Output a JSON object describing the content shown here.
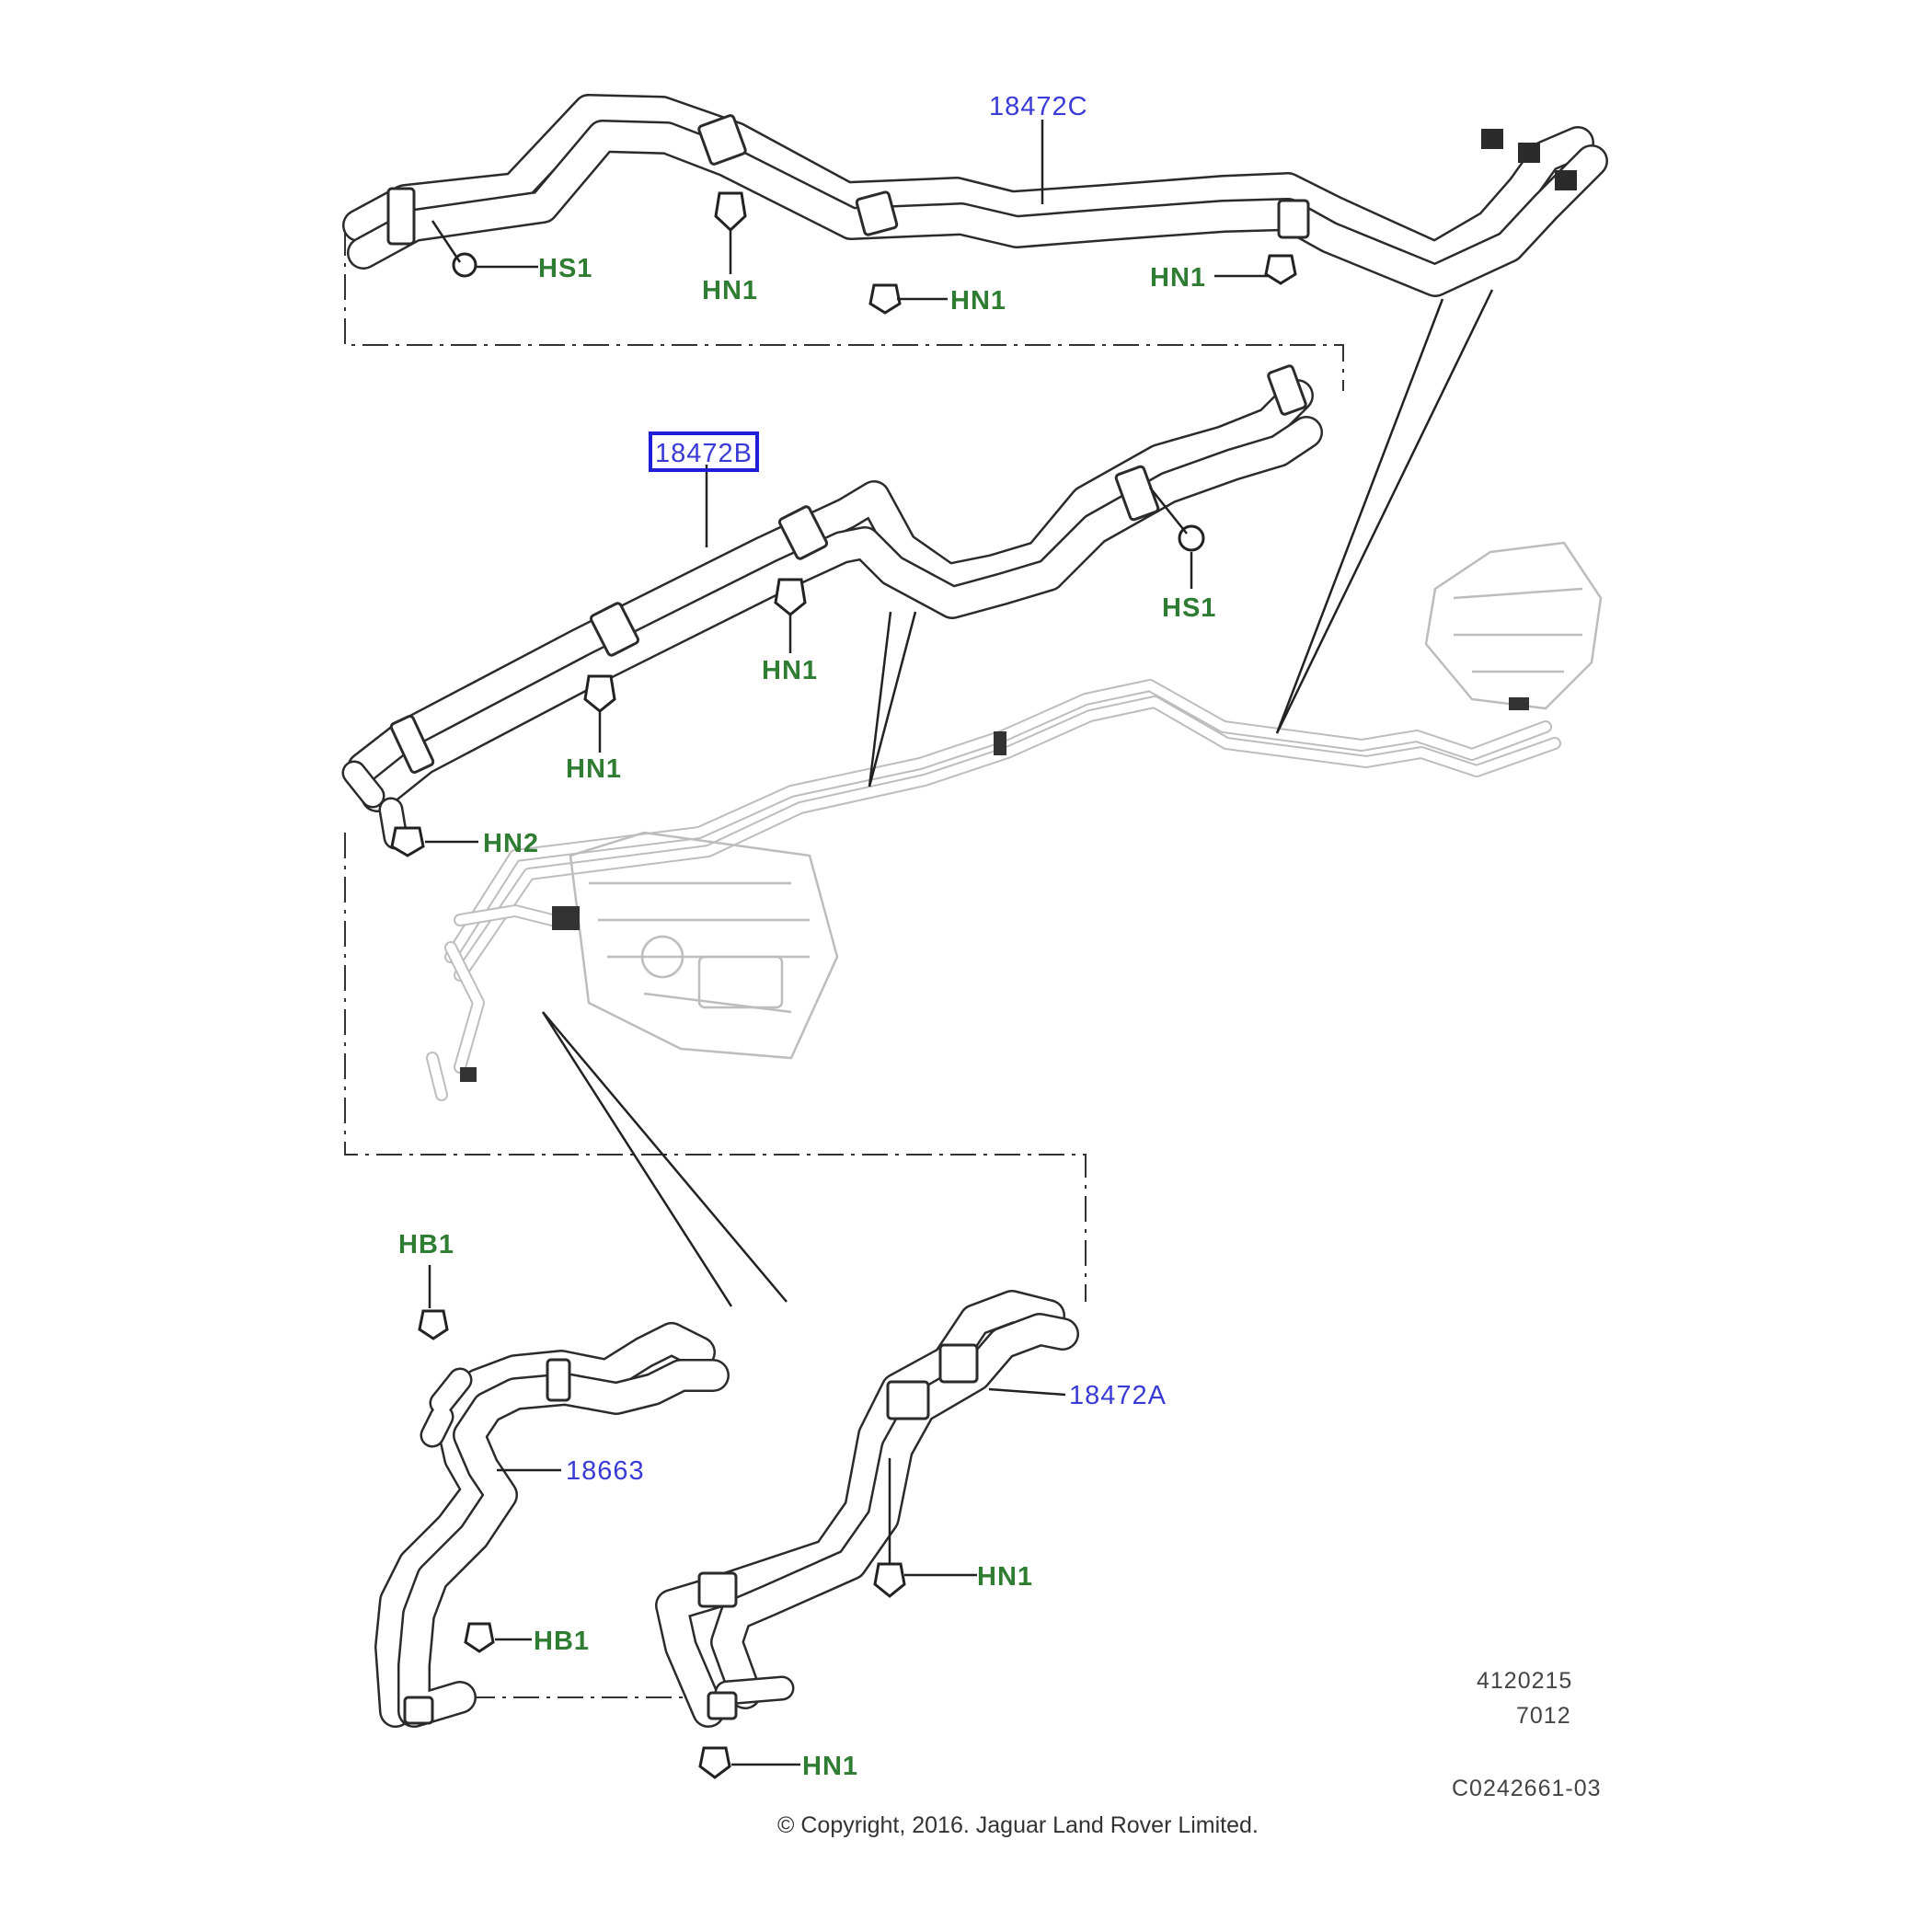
{
  "parts": {
    "hose_upper": "18472C",
    "hose_middle": "18472B",
    "hose_lower": "18472A",
    "hose_left": "18663"
  },
  "fasteners": {
    "hs1": "HS1",
    "hn1": "HN1",
    "hn2": "HN2",
    "hb1": "HB1"
  },
  "footer": {
    "ref_1": "4120215",
    "ref_2": "7012",
    "illustration_code": "C0242661-03",
    "copyright": "© Copyright, 2016. Jaguar Land Rover Limited."
  },
  "colors": {
    "part_label": "#3a3ad6",
    "fastener_label": "#2e7d32",
    "highlight_box": "#1f1fd9"
  }
}
